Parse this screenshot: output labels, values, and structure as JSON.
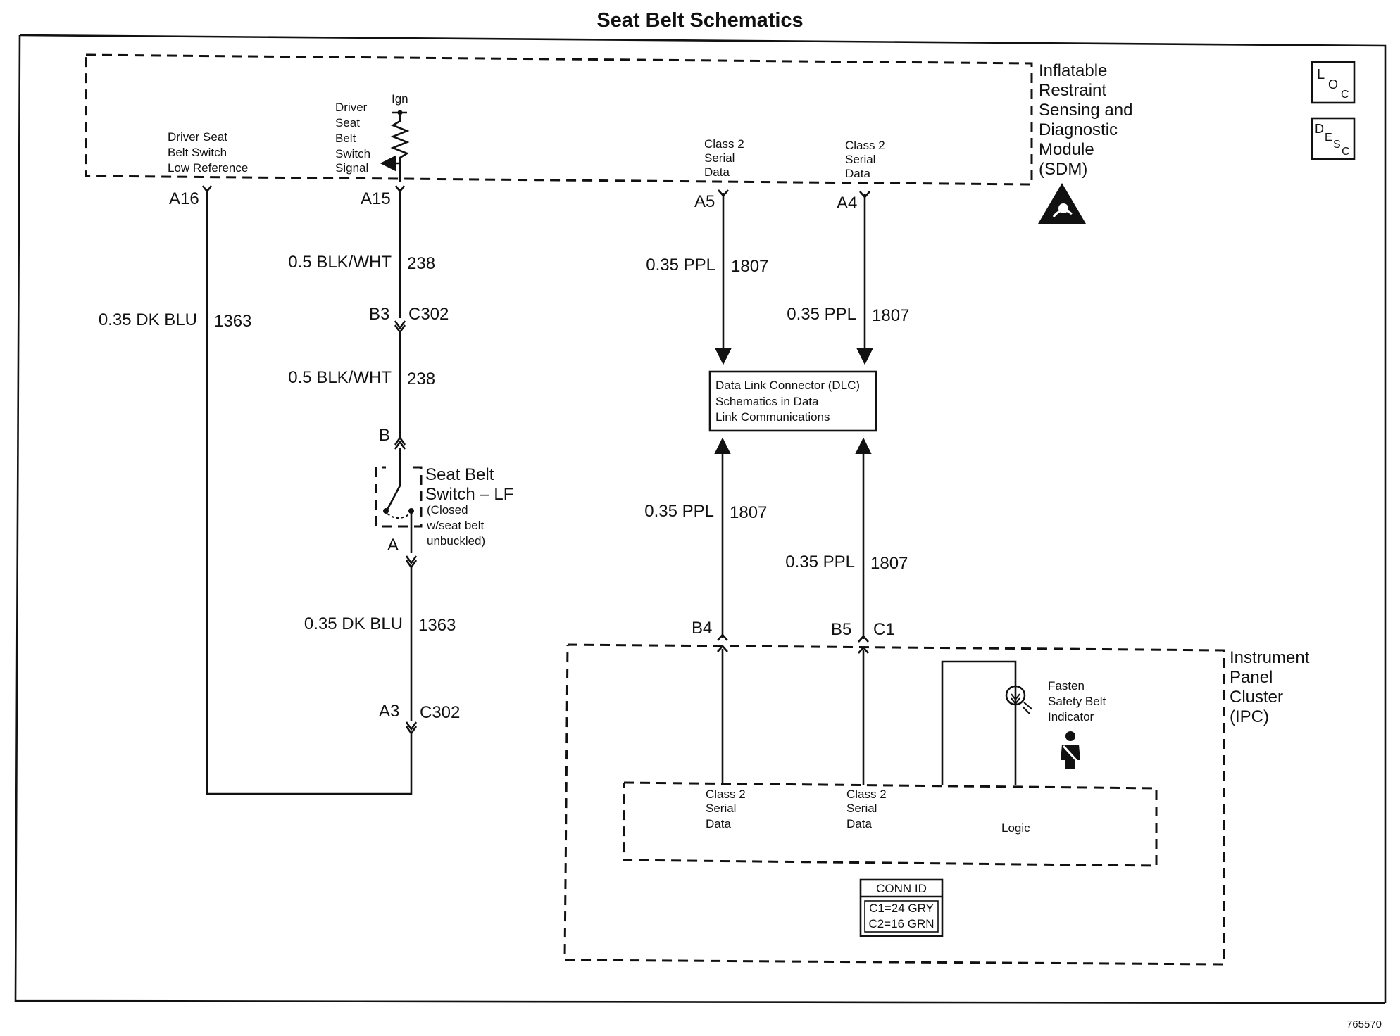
{
  "title": "Seat Belt Schematics",
  "figure_number": "765570",
  "icons": {
    "loc": "location-icon",
    "desc": "description-icon",
    "sdm": "airbag-warning-icon",
    "seatbelt": "seatbelt-person-icon",
    "lamp": "indicator-lamp-icon"
  },
  "loc_icon": {
    "big": "L",
    "small": "O",
    "sub": "C"
  },
  "desc_icon": {
    "big": "D",
    "small": "E",
    "sub": "S",
    "sub2": "C"
  },
  "sdm": {
    "name_lines": [
      "Inflatable",
      "Restraint",
      "Sensing and",
      "Diagnostic",
      "Module",
      "(SDM)"
    ],
    "circuit_low_ref": [
      "Driver Seat",
      "Belt Switch",
      "Low Reference"
    ],
    "circuit_signal": [
      "Driver",
      "Seat",
      "Belt",
      "Switch",
      "Signal"
    ],
    "ign": "Ign",
    "serial_a5": [
      "Class 2",
      "Serial",
      "Data"
    ],
    "serial_a4": [
      "Class 2",
      "Serial",
      "Data"
    ]
  },
  "pins": {
    "a16": "A16",
    "a15": "A15",
    "a5": "A5",
    "a4": "A4",
    "b3": "B3",
    "c302_top": "C302",
    "b": "B",
    "a": "A",
    "a3": "A3",
    "c302_bottom": "C302",
    "b4": "B4",
    "b5": "B5",
    "c1": "C1"
  },
  "wires": {
    "w1363_left": {
      "spec": "0.35 DK BLU",
      "circuit": "1363"
    },
    "w238_upper": {
      "spec": "0.5 BLK/WHT",
      "circuit": "238"
    },
    "w238_lower": {
      "spec": "0.5 BLK/WHT",
      "circuit": "238"
    },
    "w1363_lower": {
      "spec": "0.35 DK BLU",
      "circuit": "1363"
    },
    "w1807_a5": {
      "spec": "0.35 PPL",
      "circuit": "1807"
    },
    "w1807_a4": {
      "spec": "0.35 PPL",
      "circuit": "1807"
    },
    "w1807_b4": {
      "spec": "0.35 PPL",
      "circuit": "1807"
    },
    "w1807_b5": {
      "spec": "0.35 PPL",
      "circuit": "1807"
    }
  },
  "seat_belt_switch": {
    "name_lines": [
      "Seat Belt",
      "Switch – LF"
    ],
    "note_lines": [
      "(Closed",
      "w/seat belt",
      "unbuckled)"
    ]
  },
  "dlc": {
    "lines": [
      "Data Link Connector (DLC)",
      "Schematics in Data",
      "Link Communications"
    ]
  },
  "ipc": {
    "name_lines": [
      "Instrument",
      "Panel",
      "Cluster",
      "(IPC)"
    ],
    "indicator_lines": [
      "Fasten",
      "Safety Belt",
      "Indicator"
    ],
    "serial_b4": [
      "Class 2",
      "Serial",
      "Data"
    ],
    "serial_b5": [
      "Class 2",
      "Serial",
      "Data"
    ],
    "logic": "Logic"
  },
  "conn_id": {
    "header": "CONN ID",
    "c1": "C1=24 GRY",
    "c2": "C2=16 GRN"
  }
}
